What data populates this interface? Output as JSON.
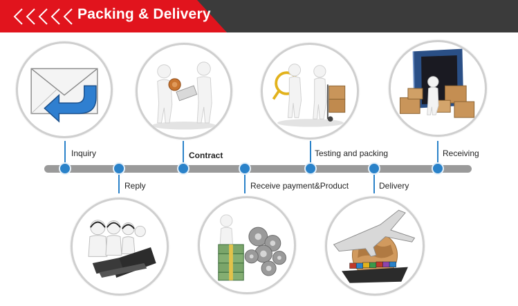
{
  "header": {
    "title": "Packing & Delivery"
  },
  "steps": [
    {
      "label": "Inquiry",
      "icon": "envelope-arrow-icon"
    },
    {
      "label": "Reply",
      "icon": "call-center-icon"
    },
    {
      "label": "Contract",
      "icon": "handshake-contract-icon"
    },
    {
      "label": "Receive payment&Product",
      "icon": "money-gears-icon"
    },
    {
      "label": "Testing and packing",
      "icon": "magnifier-boxes-icon"
    },
    {
      "label": "Delivery",
      "icon": "plane-ship-globe-icon"
    },
    {
      "label": "Receiving",
      "icon": "container-boxes-icon"
    }
  ],
  "colors": {
    "accent_red": "#e1141d",
    "banner_dark": "#3b3b3b",
    "timeline_blue": "#2a82c9"
  }
}
